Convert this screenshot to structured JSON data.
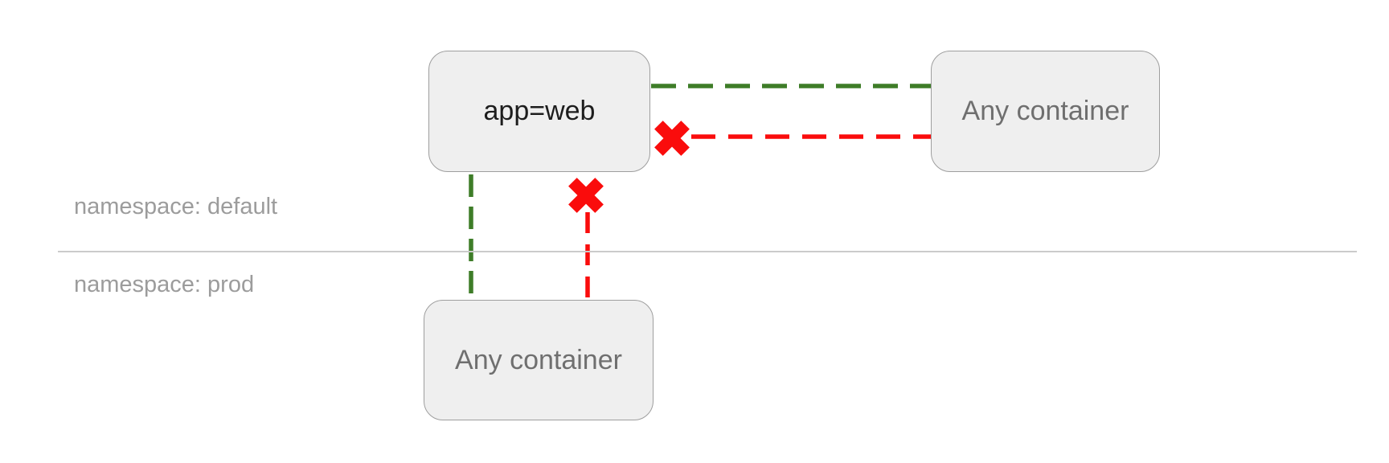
{
  "diagram": {
    "kind": "kubernetes-network-policy",
    "namespaces": [
      {
        "id": "default",
        "label": "namespace: default"
      },
      {
        "id": "prod",
        "label": "namespace: prod"
      }
    ],
    "nodes": {
      "app_web": {
        "label": "app=web",
        "namespace": "default"
      },
      "any_container_default": {
        "label": "Any container",
        "namespace": "default"
      },
      "any_container_prod": {
        "label": "Any container",
        "namespace": "prod"
      }
    },
    "edges": [
      {
        "from": "app=web",
        "to": "Any container (namespace: default)",
        "style": "dashed",
        "status": "allowed"
      },
      {
        "from": "Any container (namespace: default)",
        "to": "app=web",
        "style": "dashed",
        "status": "blocked"
      },
      {
        "from": "app=web",
        "to": "Any container (namespace: prod)",
        "style": "dashed",
        "status": "allowed"
      },
      {
        "from": "Any container (namespace: prod)",
        "to": "app=web",
        "style": "dashed",
        "status": "blocked"
      }
    ],
    "colors": {
      "allowed": "#3e7d28",
      "blocked": "#fa0c0c",
      "node_fill": "#efefef",
      "node_border": "#9e9e9e",
      "node_text_dark": "#1d1d1d",
      "node_text_gray": "#6f6f6f",
      "namespace_text": "#9c9c9c",
      "divider": "#cbcbcb"
    }
  }
}
